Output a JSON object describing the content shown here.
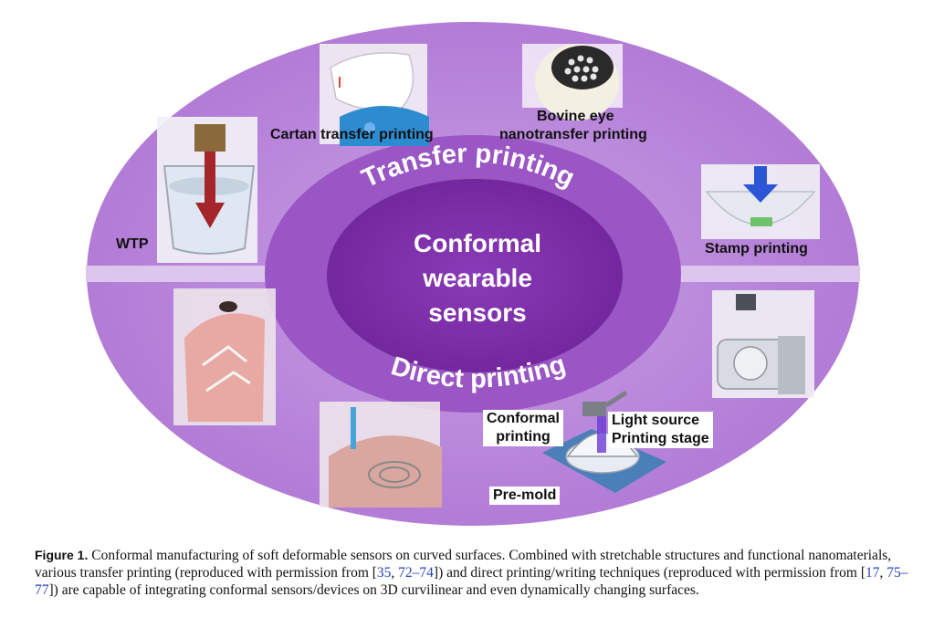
{
  "figure": {
    "center_title": [
      "Conformal",
      "wearable",
      "sensors"
    ],
    "ring_top": "Transfer printing",
    "ring_bottom": "Direct printing",
    "labels": {
      "cartan": "Cartan transfer printing",
      "bovine_line1": "Bovine eye",
      "bovine_line2": "nanotransfer printing",
      "wtp": "WTP",
      "stamp": "Stamp printing",
      "conformal_line1": "Conformal",
      "conformal_line2": "printing",
      "light_line1": "Light source",
      "light_line2": "Printing stage",
      "premold": "Pre-mold"
    },
    "colors": {
      "outer_ellipse": "#b682d8",
      "ring": "#9a56c4",
      "center": "#7a2ea6",
      "band": "#dcc6ee"
    }
  },
  "caption": {
    "label": "Figure 1.",
    "text_1": " Conformal manufacturing of soft deformable sensors on curved surfaces. Combined with stretchable structures and functional nanomaterials, various transfer printing (reproduced with permission from [",
    "ref_1": "35",
    "sep_1": ", ",
    "ref_2": "72–74",
    "text_2": "]) and direct printing/writing techniques (reproduced with permission from [",
    "ref_3": "17",
    "sep_2": ", ",
    "ref_4": "75–77",
    "text_3": "]) are capable of integrating conformal sensors/devices on 3D curvilinear and even dynamically changing surfaces."
  }
}
